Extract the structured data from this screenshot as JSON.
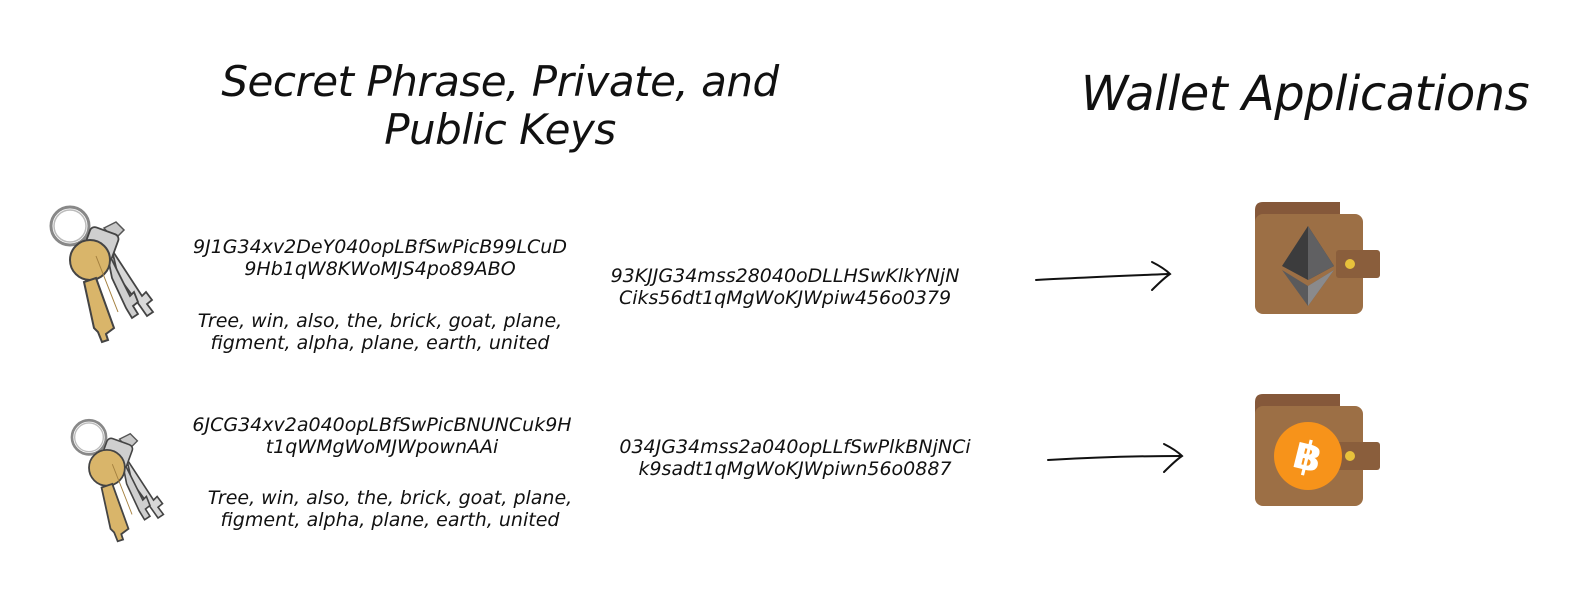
{
  "titles": {
    "keys": "Secret Phrase, Private, and Public Keys",
    "wallets": "Wallet Applications"
  },
  "rows": [
    {
      "private_key": [
        "9J1G34xv2DeY040opLBfSwPicB99LCuD",
        "9Hb1qW8KWoMJS4po89ABO"
      ],
      "secret_phrase": [
        "Tree, win, also, the, brick, goat, plane,",
        "figment, alpha, plane, earth, united"
      ],
      "public_key": [
        "93KJJG34mss28040oDLLHSwKlkYNjN",
        "Ciks56dt1qMgWoKJWpiw456o0379"
      ],
      "wallet_icon": "ethereum-icon"
    },
    {
      "private_key": [
        "6JCG34xv2a040opLBfSwPicBNUNCuk9H",
        "t1qWMgWoMJWpownAAi"
      ],
      "secret_phrase": [
        "Tree, win, also, the, brick, goat, plane,",
        "figment, alpha, plane, earth, united"
      ],
      "public_key": [
        "034JG34mss2a040opLLfSwPlkBNjNCi",
        "k9sadt1qMgWoKJWpiwn56o0887"
      ],
      "wallet_icon": "bitcoin-icon"
    }
  ],
  "colors": {
    "wallet_body": "#9C6F45",
    "wallet_flap": "#85583A",
    "wallet_clasp": "#8A5E3C",
    "clasp_dot": "#E8C23B",
    "bitcoin": "#F7931A",
    "key_gold": "#D9B56A",
    "key_silver": "#D6D6D6"
  }
}
